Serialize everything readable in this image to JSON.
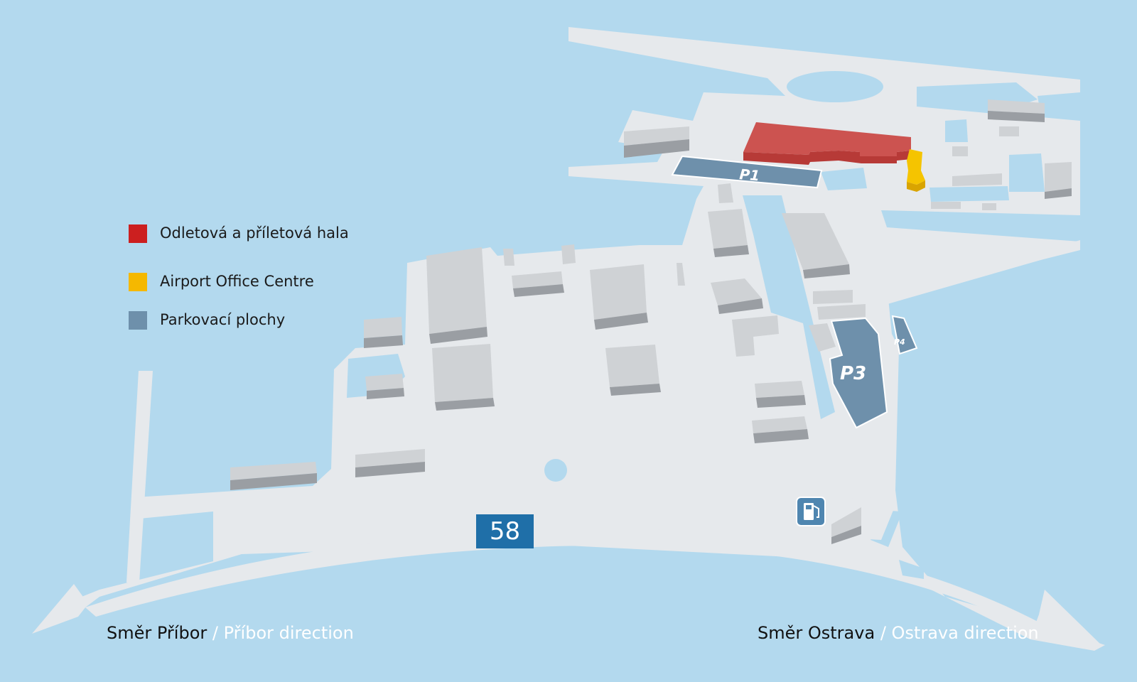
{
  "legend": {
    "items": [
      {
        "label": "Odletová a příletová hala",
        "color": "#cc1f1f"
      },
      {
        "label": "Airport Office Centre",
        "color": "#f5b800"
      },
      {
        "label": "Parkovací plochy",
        "color": "#6e90ab"
      }
    ]
  },
  "parking": {
    "p1": "P1",
    "p3": "P3",
    "p4": "P4"
  },
  "road": {
    "number": "58"
  },
  "directions": {
    "left_cz": "Směr Příbor",
    "left_en": "Příbor direction",
    "right_cz": "Směr Ostrava",
    "right_en": "Ostrava direction",
    "separator": "/"
  },
  "colors": {
    "background": "#b3d9ee",
    "ground": "#e6e9ec",
    "building_top": "#cfd2d5",
    "building_side": "#9a9ea3",
    "terminal": "#cc5350",
    "terminal_side": "#b73a37",
    "office": "#f5c400",
    "office_side": "#d9a400",
    "parking": "#6e90ab",
    "shield": "#1f6fa8"
  },
  "icons": {
    "fuel_station": "fuel-pump-icon"
  }
}
